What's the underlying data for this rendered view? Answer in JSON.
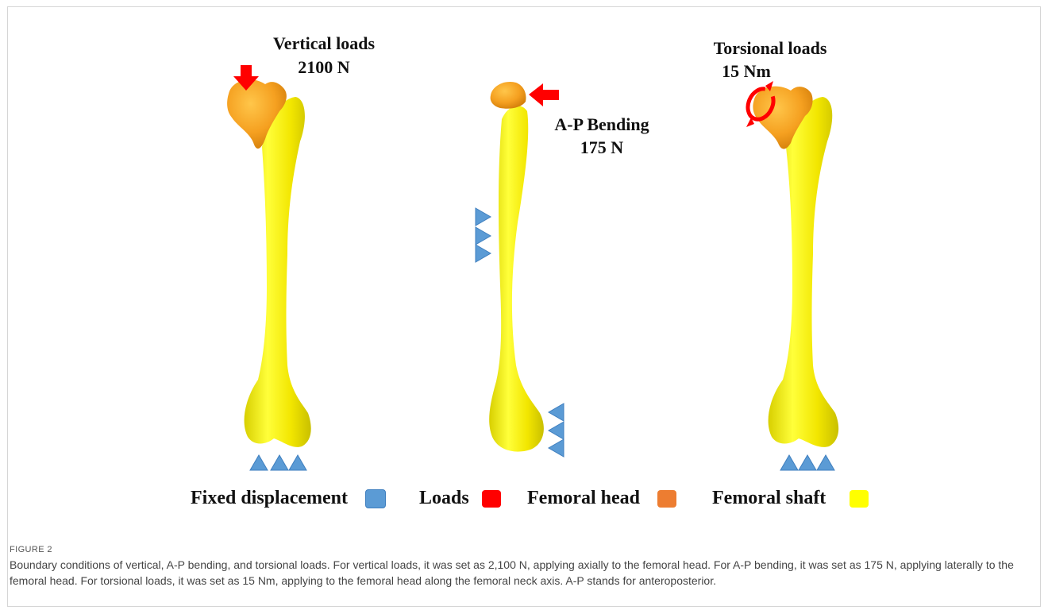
{
  "figure": {
    "labels": {
      "vertical_title": "Vertical loads",
      "vertical_value": "2100 N",
      "bending_title": "A-P Bending",
      "bending_value": "175 N",
      "torsion_title": "Torsional loads",
      "torsion_value": "15 Nm"
    },
    "legend": [
      {
        "label": "Fixed displacement",
        "color": "#5b9bd5"
      },
      {
        "label": "Loads",
        "color": "#ff0000"
      },
      {
        "label": "Femoral head",
        "color": "#ed7d31"
      },
      {
        "label": "Femoral shaft",
        "color": "#ffff00"
      }
    ],
    "colors": {
      "shaft": "#f4ea00",
      "head": "#f5a623",
      "load": "#ff0000",
      "fixed": "#5b9bd5"
    }
  },
  "caption": {
    "label": "FIGURE 2",
    "text": "Boundary conditions of vertical, A-P bending, and torsional loads. For vertical loads, it was set as 2,100 N, applying axially to the femoral head. For A-P bending, it was set as 175 N, applying laterally to the femoral head. For torsional loads, it was set as 15 Nm, applying to the femoral head along the femoral neck axis. A-P stands for anteroposterior."
  }
}
